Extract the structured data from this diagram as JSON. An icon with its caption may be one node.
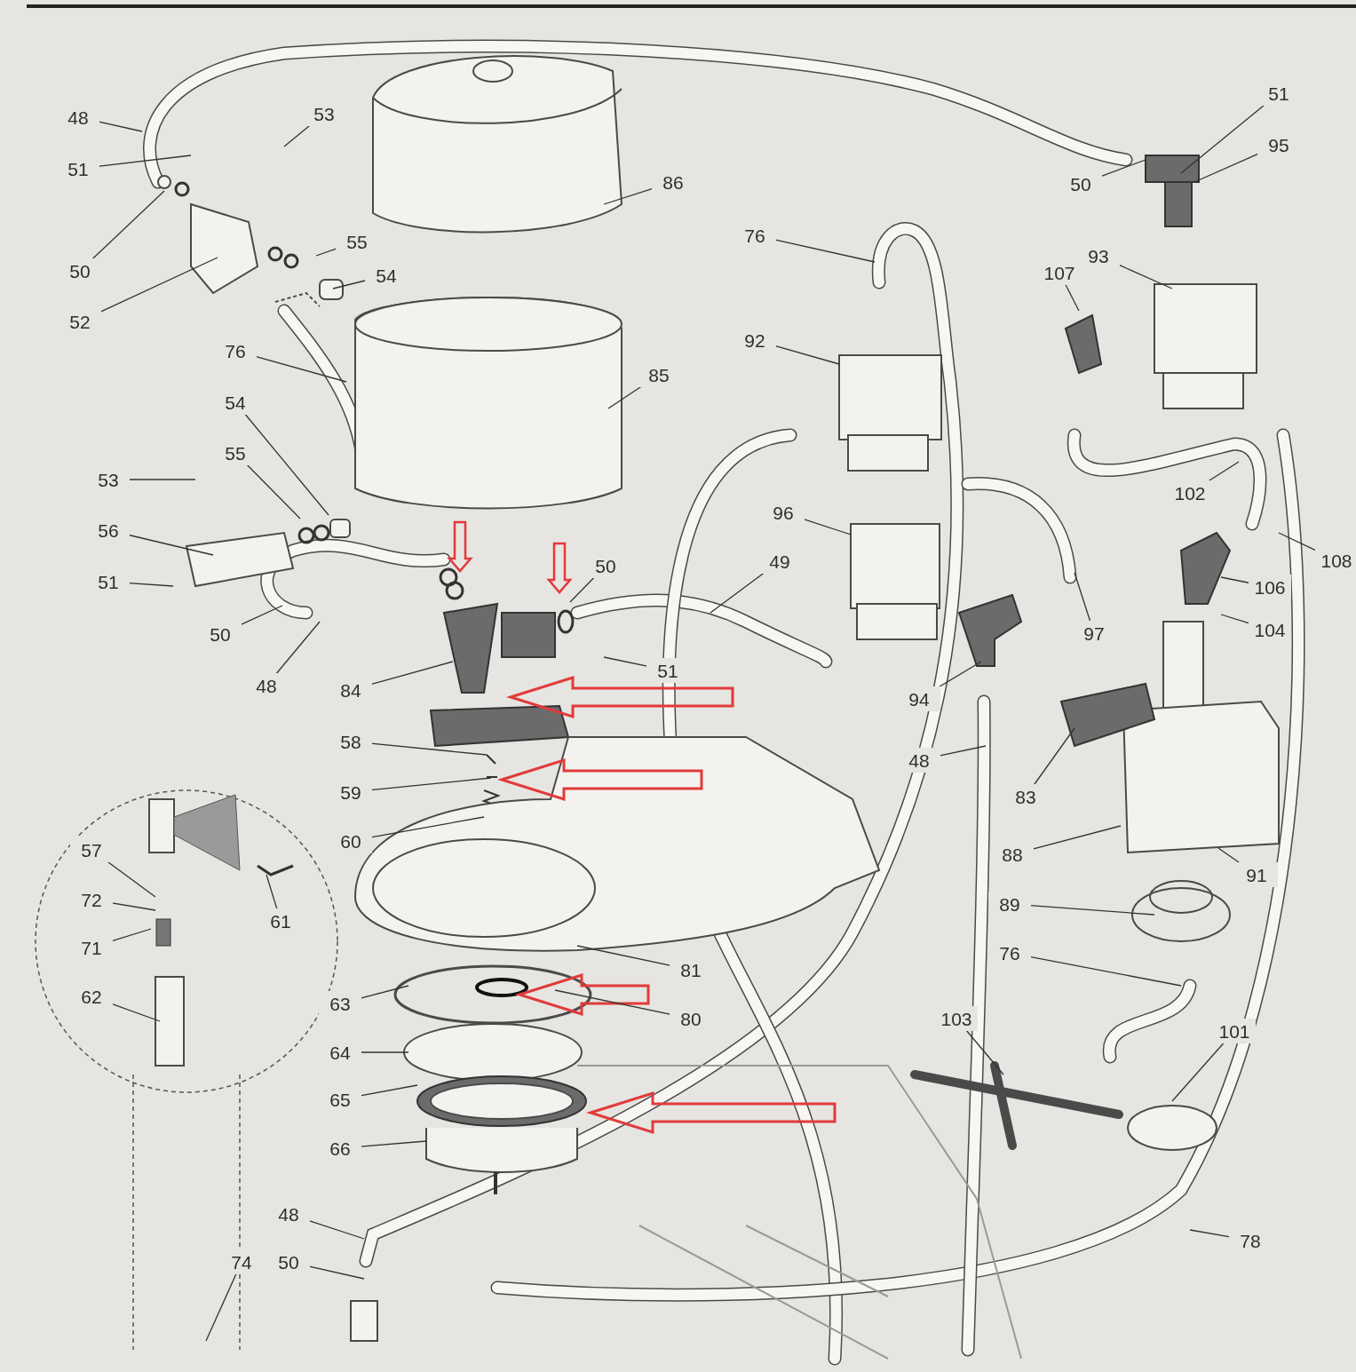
{
  "diagram": {
    "nodes": [
      {
        "text": [
          "48"
        ]
      },
      {
        "text": [
          "51"
        ]
      },
      {
        "text": [
          "53"
        ]
      },
      {
        "text": [
          "50"
        ]
      },
      {
        "text": [
          "52"
        ]
      },
      {
        "text": [
          "55"
        ]
      },
      {
        "text": [
          "54"
        ]
      },
      {
        "text": [
          "86"
        ]
      },
      {
        "text": [
          "76"
        ]
      },
      {
        "text": [
          "85"
        ]
      },
      {
        "text": [
          "54"
        ]
      },
      {
        "text": [
          "55"
        ]
      },
      {
        "text": [
          "53"
        ]
      },
      {
        "text": [
          "56"
        ]
      },
      {
        "text": [
          "51"
        ]
      },
      {
        "text": [
          "50"
        ]
      },
      {
        "text": [
          "48"
        ]
      },
      {
        "text": [
          "50"
        ]
      },
      {
        "text": [
          "51"
        ]
      },
      {
        "text": [
          "84"
        ]
      },
      {
        "text": [
          "58"
        ]
      },
      {
        "text": [
          "59"
        ]
      },
      {
        "text": [
          "60"
        ]
      },
      {
        "text": [
          "76"
        ]
      },
      {
        "text": [
          "92"
        ]
      },
      {
        "text": [
          "49"
        ]
      },
      {
        "text": [
          "96"
        ]
      },
      {
        "text": [
          "51"
        ]
      },
      {
        "text": [
          "95"
        ]
      },
      {
        "text": [
          "50"
        ]
      },
      {
        "text": [
          "93"
        ]
      },
      {
        "text": [
          "107"
        ]
      },
      {
        "text": [
          "102"
        ]
      },
      {
        "text": [
          "108"
        ]
      },
      {
        "text": [
          "106"
        ]
      },
      {
        "text": [
          "104"
        ]
      },
      {
        "text": [
          "97"
        ]
      },
      {
        "text": [
          "94"
        ]
      },
      {
        "text": [
          "48"
        ]
      },
      {
        "text": [
          "83"
        ]
      },
      {
        "text": [
          "88"
        ]
      },
      {
        "text": [
          "91"
        ]
      },
      {
        "text": [
          "89"
        ]
      },
      {
        "text": [
          "76"
        ]
      },
      {
        "text": [
          "101"
        ]
      },
      {
        "text": [
          "103"
        ]
      },
      {
        "text": [
          "78"
        ]
      },
      {
        "text": [
          "57"
        ]
      },
      {
        "text": [
          "72"
        ]
      },
      {
        "text": [
          "71"
        ]
      },
      {
        "text": [
          "62"
        ]
      },
      {
        "text": [
          "61"
        ]
      },
      {
        "text": [
          "81"
        ]
      },
      {
        "text": [
          "63"
        ]
      },
      {
        "text": [
          "80"
        ]
      },
      {
        "text": [
          "64"
        ]
      },
      {
        "text": [
          "65"
        ]
      },
      {
        "text": [
          "66"
        ]
      },
      {
        "text": [
          "48"
        ]
      },
      {
        "text": [
          "50"
        ]
      },
      {
        "text": [
          "74"
        ]
      }
    ],
    "edges": [
      {
        "from": 0,
        "to": null,
        "arrow": "none"
      },
      {
        "from": 1,
        "to": null,
        "arrow": "none"
      },
      {
        "from": 2,
        "to": null,
        "arrow": "none"
      },
      {
        "from": 3,
        "to": null,
        "arrow": "none"
      },
      {
        "from": 4,
        "to": null,
        "arrow": "none"
      },
      {
        "from": 5,
        "to": null,
        "arrow": "none"
      },
      {
        "from": 6,
        "to": null,
        "arrow": "none"
      },
      {
        "from": 7,
        "to": null,
        "arrow": "none"
      },
      {
        "from": 8,
        "to": null,
        "arrow": "none"
      },
      {
        "from": 9,
        "to": null,
        "arrow": "none"
      },
      {
        "from": 10,
        "to": null,
        "arrow": "none"
      },
      {
        "from": 11,
        "to": null,
        "arrow": "none"
      },
      {
        "from": 12,
        "to": null,
        "arrow": "none"
      },
      {
        "from": 13,
        "to": null,
        "arrow": "none"
      },
      {
        "from": 14,
        "to": null,
        "arrow": "none"
      },
      {
        "from": 15,
        "to": null,
        "arrow": "none"
      },
      {
        "from": 16,
        "to": null,
        "arrow": "none"
      },
      {
        "from": 17,
        "to": null,
        "arrow": "none"
      },
      {
        "from": 18,
        "to": null,
        "arrow": "none"
      },
      {
        "from": 19,
        "to": null,
        "arrow": "none"
      },
      {
        "from": 20,
        "to": null,
        "arrow": "none"
      },
      {
        "from": 21,
        "to": null,
        "arrow": "none"
      },
      {
        "from": 22,
        "to": null,
        "arrow": "none"
      },
      {
        "from": 23,
        "to": null,
        "arrow": "none"
      },
      {
        "from": 24,
        "to": null,
        "arrow": "none"
      },
      {
        "from": 25,
        "to": null,
        "arrow": "none"
      },
      {
        "from": 26,
        "to": null,
        "arrow": "none"
      },
      {
        "from": 27,
        "to": null,
        "arrow": "none"
      },
      {
        "from": 28,
        "to": null,
        "arrow": "none"
      },
      {
        "from": 29,
        "to": null,
        "arrow": "none"
      },
      {
        "from": 30,
        "to": null,
        "arrow": "none"
      },
      {
        "from": 31,
        "to": null,
        "arrow": "none"
      },
      {
        "from": 32,
        "to": null,
        "arrow": "none"
      },
      {
        "from": 33,
        "to": null,
        "arrow": "none"
      },
      {
        "from": 34,
        "to": null,
        "arrow": "none"
      },
      {
        "from": 35,
        "to": null,
        "arrow": "none"
      },
      {
        "from": 36,
        "to": null,
        "arrow": "none"
      },
      {
        "from": 37,
        "to": null,
        "arrow": "none"
      },
      {
        "from": 38,
        "to": null,
        "arrow": "none"
      },
      {
        "from": 39,
        "to": null,
        "arrow": "none"
      },
      {
        "from": 40,
        "to": null,
        "arrow": "none"
      },
      {
        "from": 41,
        "to": null,
        "arrow": "none"
      },
      {
        "from": 42,
        "to": null,
        "arrow": "none"
      },
      {
        "from": 43,
        "to": null,
        "arrow": "none"
      },
      {
        "from": 44,
        "to": null,
        "arrow": "none"
      },
      {
        "from": 45,
        "to": null,
        "arrow": "none"
      },
      {
        "from": 46,
        "to": null,
        "arrow": "none"
      },
      {
        "from": 47,
        "to": null,
        "arrow": "none"
      },
      {
        "from": 48,
        "to": null,
        "arrow": "none"
      },
      {
        "from": 49,
        "to": null,
        "arrow": "none"
      },
      {
        "from": 50,
        "to": null,
        "arrow": "none"
      },
      {
        "from": 51,
        "to": null,
        "arrow": "none"
      },
      {
        "from": 52,
        "to": null,
        "arrow": "none"
      },
      {
        "from": 53,
        "to": null,
        "arrow": "none"
      },
      {
        "from": 54,
        "to": null,
        "arrow": "none"
      },
      {
        "from": 55,
        "to": null,
        "arrow": "none"
      },
      {
        "from": 56,
        "to": null,
        "arrow": "none"
      },
      {
        "from": 57,
        "to": null,
        "arrow": "none"
      },
      {
        "from": 58,
        "to": null,
        "arrow": "none"
      },
      {
        "from": 59,
        "to": null,
        "arrow": "none"
      },
      {
        "from": 60,
        "to": null,
        "arrow": "none"
      }
    ]
  }
}
